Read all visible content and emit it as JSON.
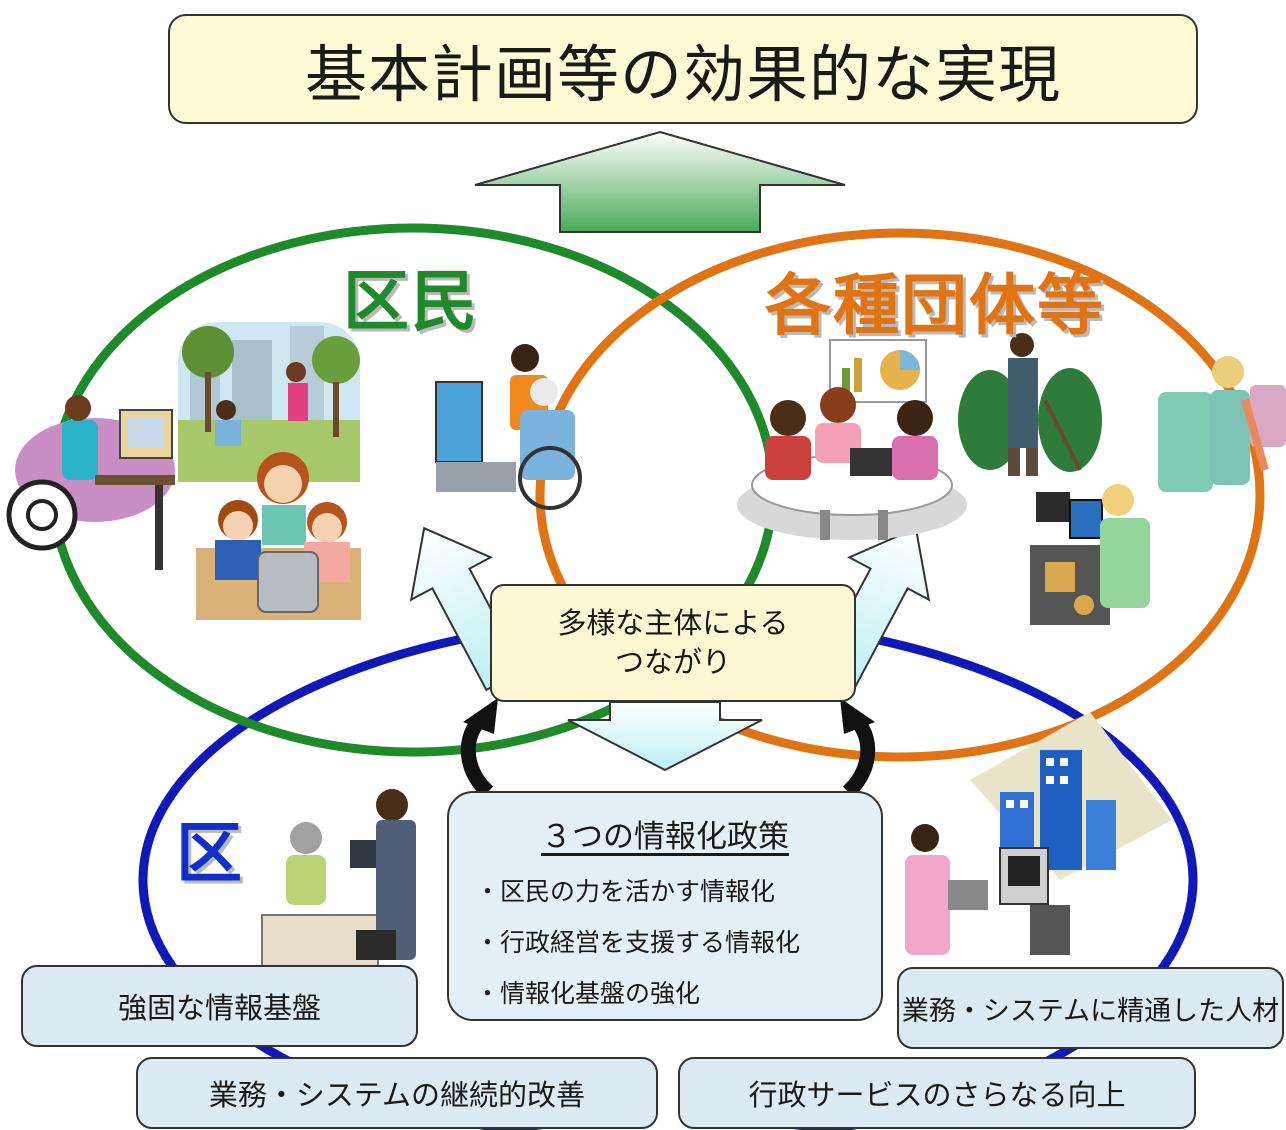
{
  "goal_title": "基本計画等の効果的な実現",
  "circles": {
    "residents_label": "区民",
    "organizations_label": "各種団体等",
    "ward_label": "区"
  },
  "connection_box": {
    "line1": "多様な主体による",
    "line2": "つながり"
  },
  "policy_box": {
    "title": "３つの情報化政策",
    "items": [
      "区民の力を活かす情報化",
      "行政経営を支援する情報化",
      "情報化基盤の強化"
    ]
  },
  "foundations": {
    "robust_infrastructure": "強固な情報基盤",
    "skilled_staff": "業務・システムに精通した人材",
    "continuous_improvement": "業務・システムの継続的改善",
    "service_improvement": "行政サービスのさらなる向上"
  },
  "colors": {
    "residents_circle": "#1f8a2a",
    "organizations_circle": "#e07414",
    "ward_circle": "#1018b8",
    "title_fill": "#fdfbd6",
    "pill_fill": "#dbeaf3",
    "arrow_fill": "#c8f2f6"
  },
  "illustrations": [
    "wheelchair-computer-user-clipart",
    "park-tree-planting-clipart",
    "children-at-computer-clipart",
    "senior-wheelchair-computer-clipart",
    "meeting-table-laptop-clipart",
    "farmer-with-plants-clipart",
    "clothing-shop-clerk-clipart",
    "cashier-register-clipart",
    "ward-office-counter-clipart",
    "office-worker-building-clipart"
  ]
}
